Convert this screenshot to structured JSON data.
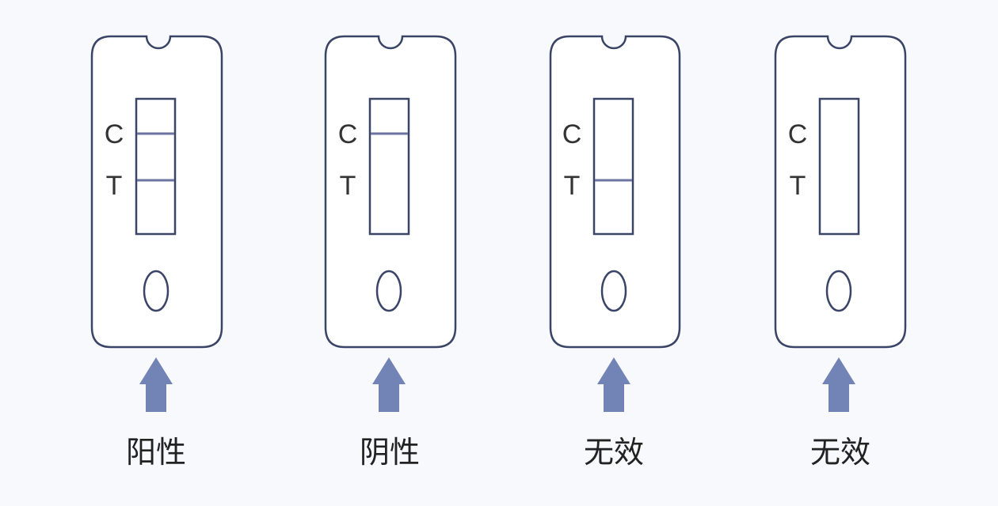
{
  "colors": {
    "background": "#f8f9fc",
    "card_outline": "#3a4466",
    "result_line": "#6b74a0",
    "arrow": "#7283b5",
    "letter": "#333333"
  },
  "cassettes": [
    {
      "control_label": "C",
      "test_label": "T",
      "control_line": true,
      "test_line": true,
      "result": "阳性",
      "arrow_icon": "up-arrow-icon"
    },
    {
      "control_label": "C",
      "test_label": "T",
      "control_line": true,
      "test_line": false,
      "result": "阴性",
      "arrow_icon": "up-arrow-icon"
    },
    {
      "control_label": "C",
      "test_label": "T",
      "control_line": false,
      "test_line": true,
      "result": "无效",
      "arrow_icon": "up-arrow-icon"
    },
    {
      "control_label": "C",
      "test_label": "T",
      "control_line": false,
      "test_line": false,
      "result": "无效",
      "arrow_icon": "up-arrow-icon"
    }
  ]
}
